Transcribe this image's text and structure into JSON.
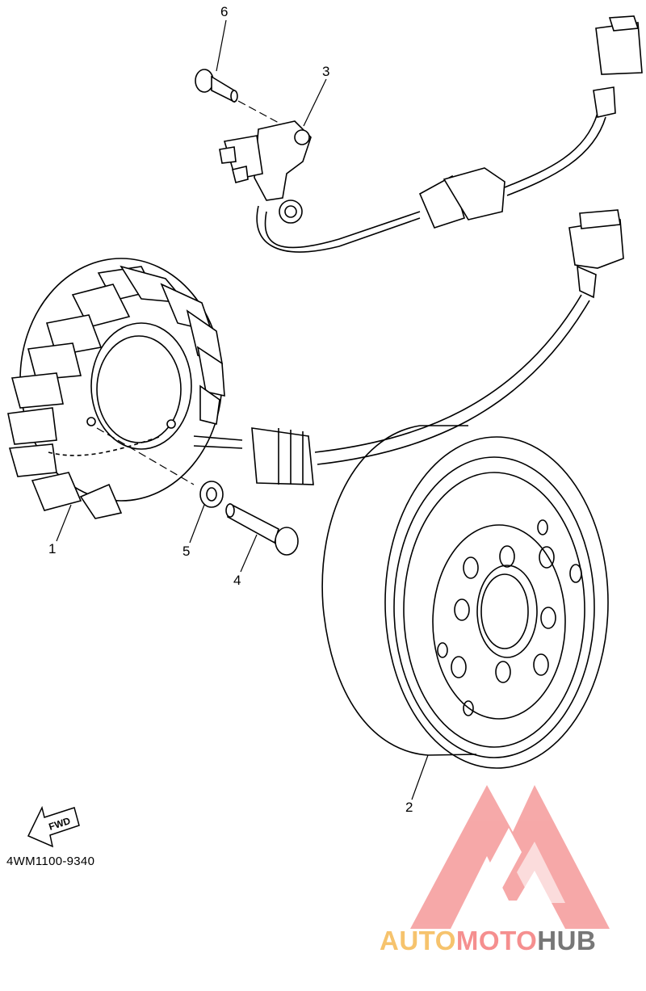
{
  "diagram": {
    "part_code": "4WM1100-9340",
    "fwd_label": "FWD",
    "callouts": [
      "1",
      "2",
      "3",
      "4",
      "5",
      "6"
    ],
    "part_icons": [
      "stator-coil-icon",
      "flywheel-rotor-icon",
      "pickup-coil-icon",
      "stator-bolt-icon",
      "washer-icon",
      "pickup-screw-icon",
      "fwd-arrow-icon"
    ]
  },
  "watermark": {
    "text_auto": "AUTO",
    "text_moto": "MOTO",
    "text_hub": "HUB",
    "colors": {
      "auto": "#f6c36d",
      "moto": "#f58f8f",
      "hub": "#777777",
      "logo": "#f59a9a"
    }
  }
}
